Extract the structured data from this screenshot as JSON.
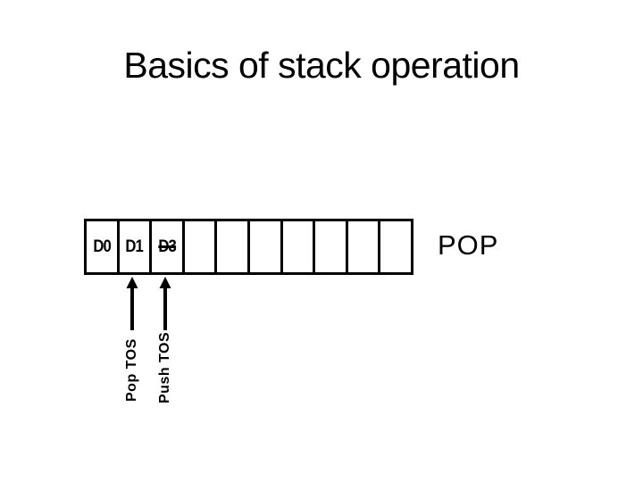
{
  "slide": {
    "title": "Basics of stack operation",
    "background_color": "#ffffff",
    "ink_color": "#000000"
  },
  "stack": {
    "cell_count": 10,
    "cells": [
      {
        "label": "D0",
        "struck": false
      },
      {
        "label": "D1",
        "struck": false
      },
      {
        "label": "D3",
        "struck": true
      },
      {
        "label": "",
        "struck": false
      },
      {
        "label": "",
        "struck": false
      },
      {
        "label": "",
        "struck": false
      },
      {
        "label": "",
        "struck": false
      },
      {
        "label": "",
        "struck": false
      },
      {
        "label": "",
        "struck": false
      },
      {
        "label": "",
        "struck": false
      }
    ]
  },
  "annotations": {
    "operation_label": "POP",
    "pointers": [
      {
        "label": "Pop TOS",
        "points_to_cell": 2
      },
      {
        "label": "Push TOS",
        "points_to_cell": 3
      }
    ]
  }
}
